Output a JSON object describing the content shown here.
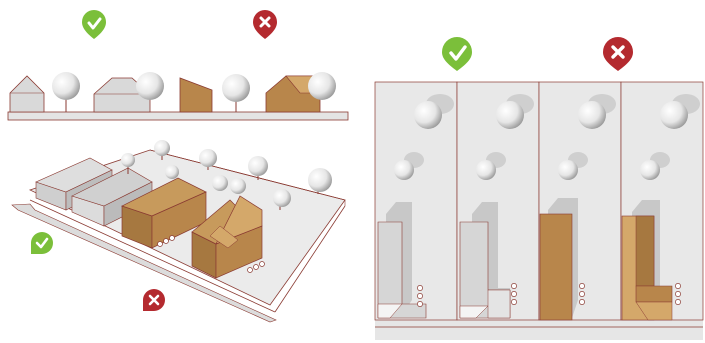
{
  "figure": {
    "panels": [
      {
        "id": "street-elevation",
        "good_marker": "check-badge-icon",
        "bad_marker": "cross-badge-icon"
      },
      {
        "id": "street-perspective",
        "good_marker": "check-badge-icon",
        "bad_marker": "cross-badge-icon"
      },
      {
        "id": "site-plan",
        "good_marker": "check-badge-icon",
        "bad_marker": "cross-badge-icon"
      }
    ],
    "colors": {
      "good": "#7bbf3a",
      "bad": "#b42a2f",
      "existing_house": "#d9d9d9",
      "new_house": "#b8864b",
      "new_house_light": "#d4a86a",
      "outline": "#8a3a32",
      "lot": "#e8e8e8"
    }
  }
}
